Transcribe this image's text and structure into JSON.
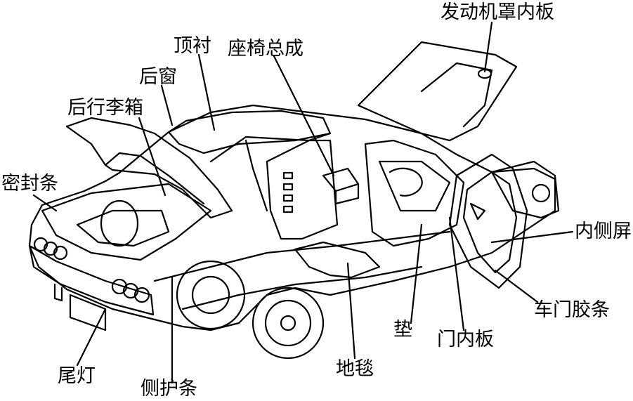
{
  "labels": {
    "hood_inner_panel": "发动机罩内板",
    "headliner": "顶衬",
    "seat_assembly": "座椅总成",
    "rear_window": "后窗",
    "rear_trunk": "后行李箱",
    "seal_strip": "密封条",
    "inner_side_panel": "内侧屏",
    "door_rubber_strip": "车门胶条",
    "pad": "垫",
    "door_inner_panel": "门内板",
    "carpet": "地毯",
    "tail_light": "尾灯",
    "side_guard_strip": "侧护条"
  },
  "colors": {
    "stroke": "#000000",
    "background": "#ffffff"
  }
}
